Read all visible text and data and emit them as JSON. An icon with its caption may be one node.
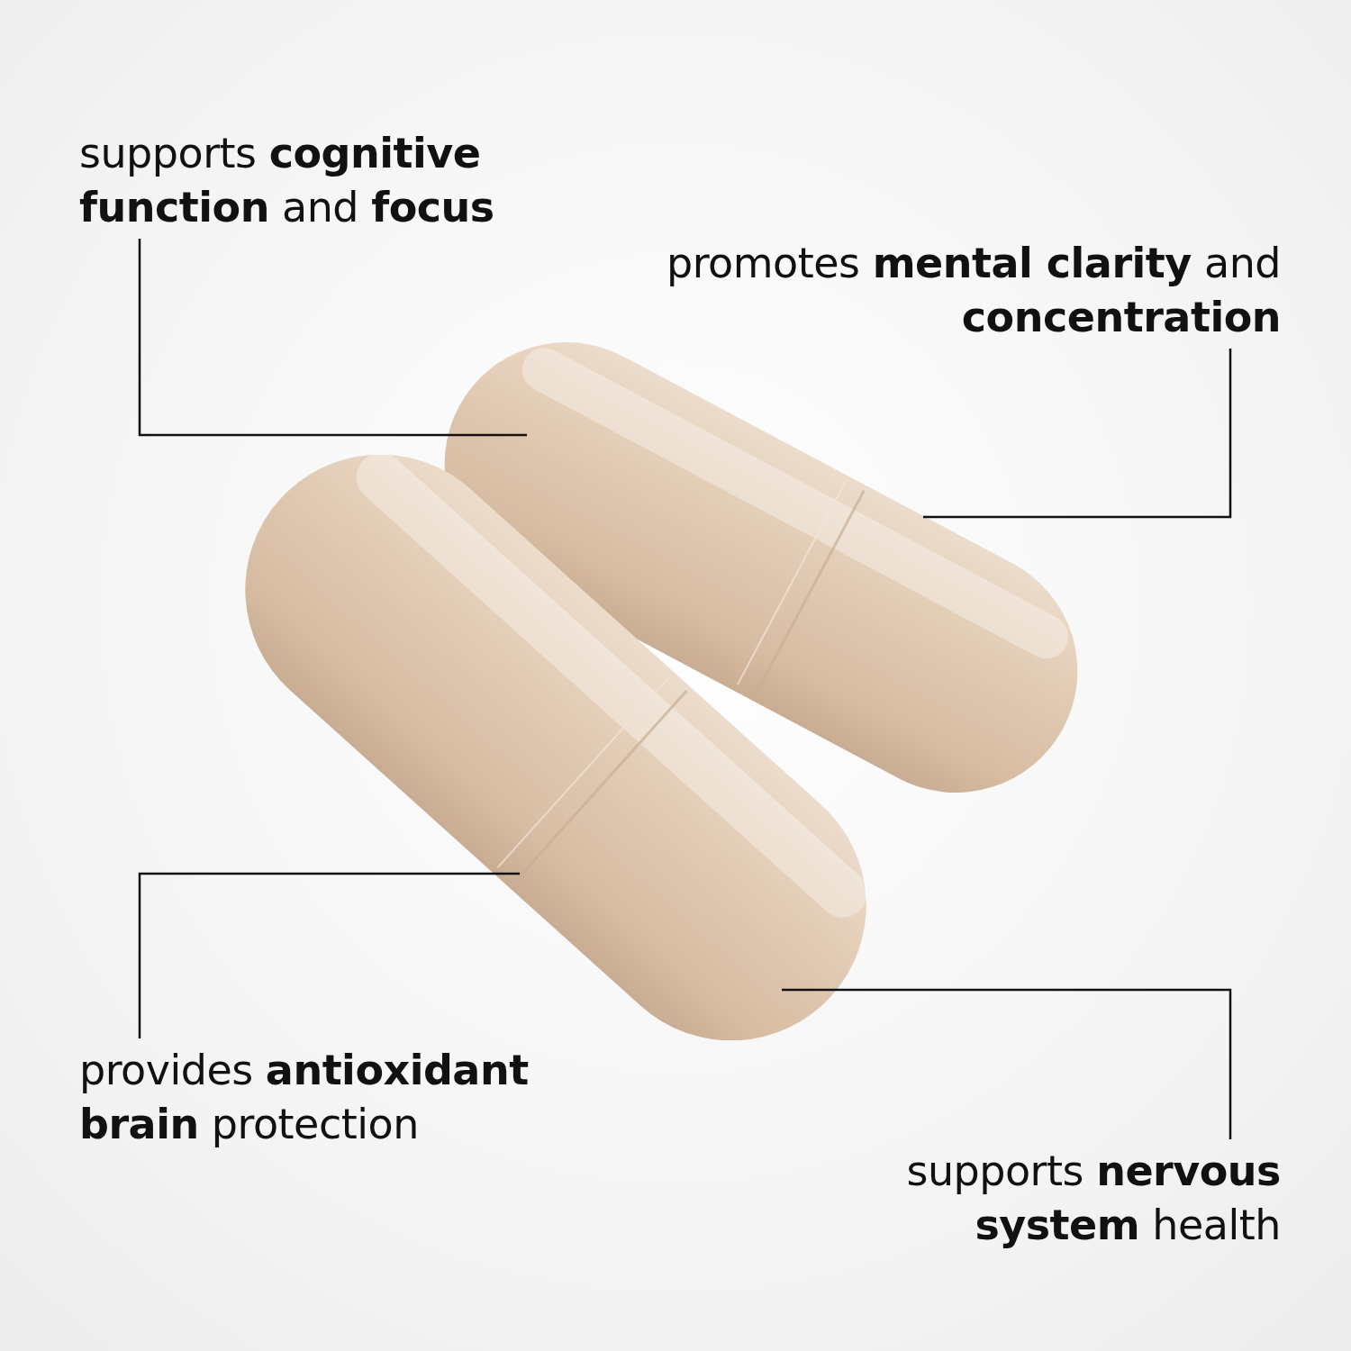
{
  "diagram": {
    "nodes": [
      {
        "text": [
          "supports **cognitive function** and **focus**"
        ]
      },
      {
        "text": [
          "promotes **mental clarity** and **concentration**"
        ]
      },
      {
        "text": [],
        "shape": "picture"
      },
      {
        "text": [],
        "shape": "picture"
      },
      {
        "text": [
          "provides **antioxidant brain** protection"
        ]
      },
      {
        "text": [
          "supports **nervous system** health"
        ]
      }
    ],
    "edges": [
      {
        "from": 0,
        "to": 2,
        "arrow": "none"
      },
      {
        "from": 1,
        "to": 2,
        "arrow": "none"
      },
      {
        "from": 4,
        "to": 3,
        "arrow": "none"
      },
      {
        "from": 5,
        "to": 3,
        "arrow": "none"
      }
    ]
  }
}
